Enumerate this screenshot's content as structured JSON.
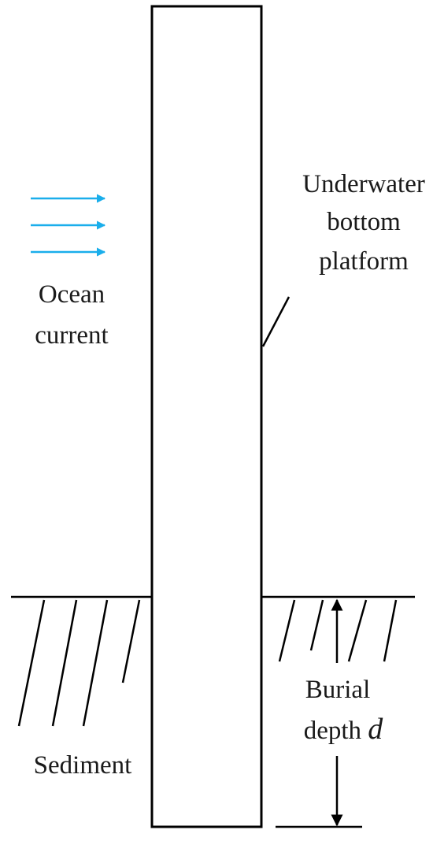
{
  "labels": {
    "platform_line1": "Underwater",
    "platform_line2": "bottom",
    "platform_line3": "platform",
    "current_line1": "Ocean",
    "current_line2": "current",
    "sediment": "Sediment",
    "burial_line1": "Burial",
    "burial_line2": "depth",
    "burial_symbol": "d"
  },
  "colors": {
    "current_arrows": "#1aaeeb",
    "lines": "#000000",
    "text": "#1a1a1a"
  },
  "current_arrow_count": 3,
  "hatch_marks": {
    "left_side": 4,
    "right_side": 4
  }
}
